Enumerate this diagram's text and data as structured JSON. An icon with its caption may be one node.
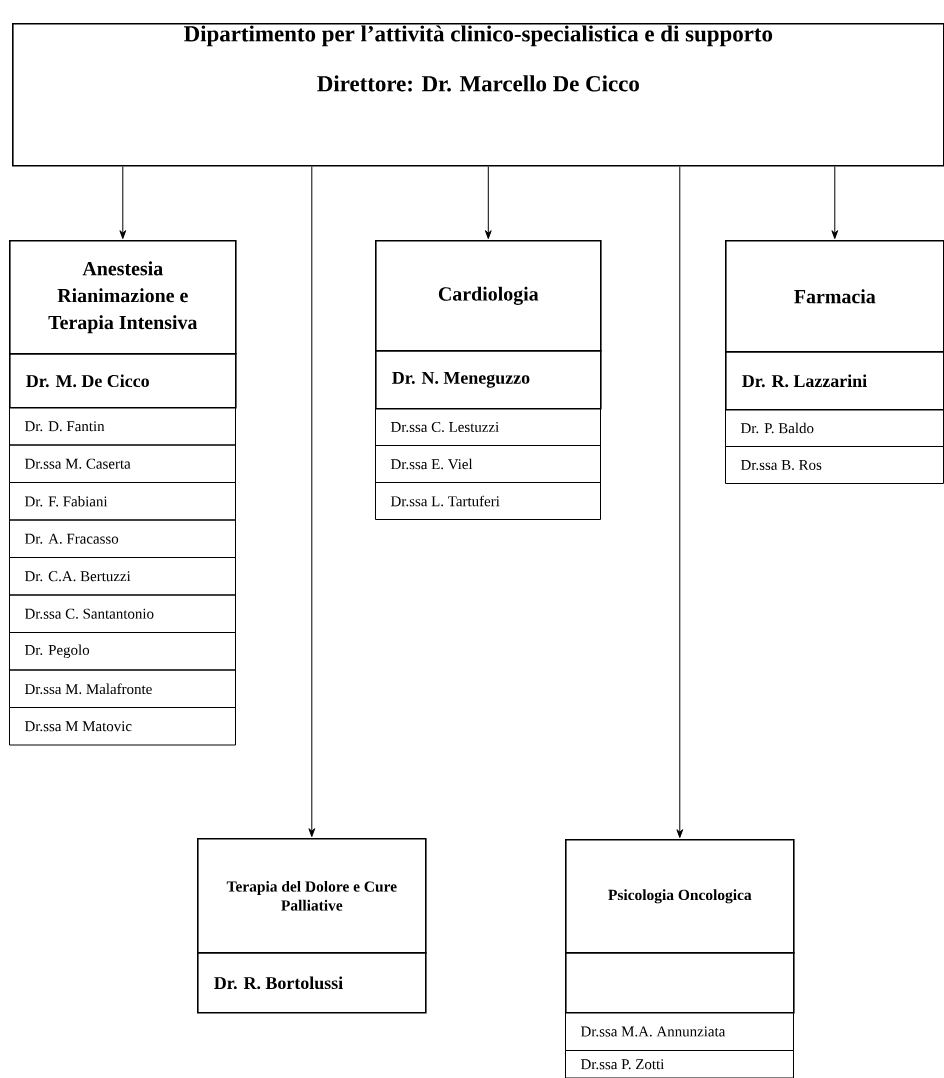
{
  "diagram": {
    "nodes": [
      {
        "text": [
          "Dipartimento per l’attività clinico-specialistica e di supporto",
          "Direttore: Dr. Marcello De Cicco"
        ]
      },
      {
        "text": [
          "Anestesia Rianimazione e Terapia Intensiva"
        ]
      },
      {
        "text": [
          "Dr. M. De Cicco"
        ]
      },
      {
        "text": [
          "Dr. D. Fantin"
        ]
      },
      {
        "text": [
          "Dr.ssa M. Caserta"
        ]
      },
      {
        "text": [
          "Dr. F. Fabiani"
        ]
      },
      {
        "text": [
          "Dr. A. Fracasso"
        ]
      },
      {
        "text": [
          "Dr. C.A. Bertuzzi"
        ]
      },
      {
        "text": [
          "Dr.ssa C. Santantonio"
        ]
      },
      {
        "text": [
          "Dr. Pegolo"
        ]
      },
      {
        "text": [
          "Dr.ssa M. Malafronte"
        ]
      },
      {
        "text": [
          "Dr.ssa M Matovic"
        ]
      },
      {
        "text": [
          "Cardiologia"
        ]
      },
      {
        "text": [
          "Dr. N. Meneguzzo"
        ]
      },
      {
        "text": [
          "Dr.ssa C. Lestuzzi"
        ]
      },
      {
        "text": [
          "Dr.ssa E. Viel"
        ]
      },
      {
        "text": [
          "Dr.ssa L. Tartuferi"
        ]
      },
      {
        "text": [
          "Farmacia"
        ]
      },
      {
        "text": [
          "Dr. R. Lazzarini"
        ]
      },
      {
        "text": [
          "Dr. P. Baldo"
        ]
      },
      {
        "text": [
          "Dr.ssa B. Ros"
        ]
      },
      {
        "text": [
          "Terapia del Dolore e Cure Palliative"
        ]
      },
      {
        "text": [
          "Dr. R. Bortolussi"
        ]
      },
      {
        "text": [
          "Psicologia Oncologica"
        ]
      },
      {
        "text": [],
        "shape": "box"
      },
      {
        "text": [
          "Dr.ssa M.A. Annunziata"
        ]
      },
      {
        "text": [
          "Dr.ssa P. Zotti"
        ]
      }
    ],
    "edges": [
      {
        "from": 0,
        "to": 1,
        "arrow": "to"
      },
      {
        "from": 0,
        "to": 21,
        "arrow": "to"
      },
      {
        "from": 0,
        "to": 12,
        "arrow": "to"
      },
      {
        "from": 0,
        "to": 23,
        "arrow": "to"
      },
      {
        "from": 0,
        "to": 17,
        "arrow": "to"
      }
    ]
  }
}
